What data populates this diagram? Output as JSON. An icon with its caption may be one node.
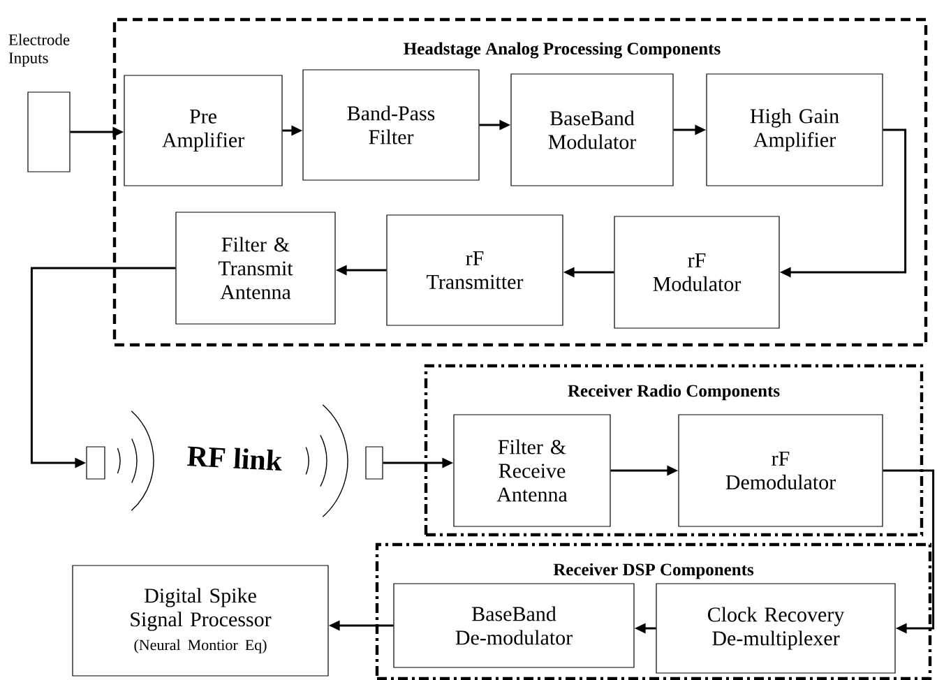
{
  "diagram": {
    "nodes": [
      {
        "text": [
          "Headstage Analog Processing Components"
        ]
      },
      {
        "text": [
          "Pre Amplifier"
        ],
        "in": 0
      },
      {
        "text": [
          "Band-Pass Filter"
        ],
        "in": 0
      },
      {
        "text": [
          "BaseBand Modulator"
        ],
        "in": 0
      },
      {
        "text": [
          "High Gain Amplifier"
        ],
        "in": 0
      },
      {
        "text": [
          "Filter & Transmit Antenna"
        ],
        "in": 0
      },
      {
        "text": [
          "rF Transmitter"
        ],
        "in": 0
      },
      {
        "text": [
          "rF Modulator"
        ],
        "in": 0
      },
      {
        "text": [
          "Electrode Inputs"
        ]
      },
      {
        "text": [],
        "shape": "box"
      },
      {
        "text": [],
        "shape": "box"
      },
      {
        "text": [
          "Receiver Radio Components"
        ]
      },
      {
        "text": [
          "Filter & Receive Antenna"
        ],
        "in": 11
      },
      {
        "text": [
          "rF Demodulator"
        ],
        "in": 11
      },
      {
        "text": [
          "Receiver DSP Components"
        ]
      },
      {
        "text": [
          "BaseBand De-modulator"
        ],
        "in": 14
      },
      {
        "text": [
          "Clock Recovery De-multiplexer"
        ],
        "in": 14
      },
      {
        "text": [
          "Digital Spike Signal Processor",
          "(Neural Montior Eq)"
        ]
      }
    ],
    "edges": [
      {
        "from": 8,
        "to": 1,
        "arrow": "to"
      },
      {
        "from": 1,
        "to": 2,
        "arrow": "to"
      },
      {
        "from": 2,
        "to": 3,
        "arrow": "to"
      },
      {
        "from": 3,
        "to": 4,
        "arrow": "to"
      },
      {
        "from": 4,
        "to": 7,
        "arrow": "to"
      },
      {
        "from": 7,
        "to": 6,
        "arrow": "to"
      },
      {
        "from": 6,
        "to": 5,
        "arrow": "to"
      },
      {
        "from": 5,
        "to": 9,
        "arrow": "to"
      },
      {
        "from": 10,
        "to": 12,
        "arrow": "to"
      },
      {
        "from": 12,
        "to": 13,
        "arrow": "to"
      },
      {
        "from": 13,
        "to": 16,
        "arrow": "to"
      },
      {
        "from": 16,
        "to": 15,
        "arrow": "to"
      },
      {
        "from": 15,
        "to": 17,
        "arrow": "to"
      }
    ],
    "labels": [
      "RF link"
    ]
  }
}
